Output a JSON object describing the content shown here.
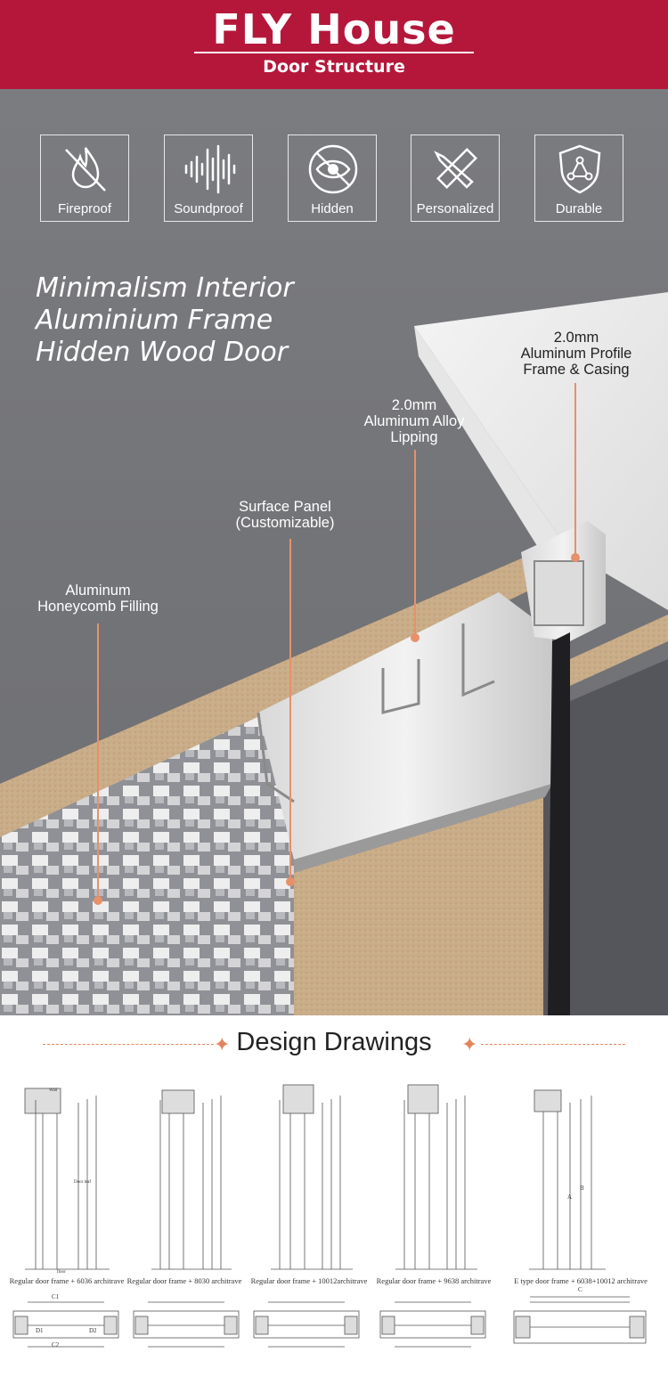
{
  "header": {
    "brand": "FLY House",
    "subtitle": "Door Structure"
  },
  "features": [
    {
      "label": "Fireproof",
      "icon": "fire-slash-icon"
    },
    {
      "label": "Soundproof",
      "icon": "sound-wave-icon"
    },
    {
      "label": "Hidden",
      "icon": "eye-slash-icon"
    },
    {
      "label": "Personalized",
      "icon": "pencil-ruler-icon"
    },
    {
      "label": "Durable",
      "icon": "shield-icon"
    }
  ],
  "slogan": [
    "Minimalism Interior",
    "Aluminium Frame",
    "Hidden Wood Door"
  ],
  "callouts": {
    "profile": [
      "2.0mm",
      "Aluminum Profile",
      "Frame & Casing"
    ],
    "lipping": [
      "2.0mm",
      "Aluminum Alloy",
      "Lipping"
    ],
    "panel": [
      "Surface Panel",
      "(Customizable)"
    ],
    "honeycomb": [
      "Aluminum",
      "Honeycomb Filling"
    ]
  },
  "drawings": {
    "title": "Design Drawings",
    "captions": [
      "Regular door frame + 6036 architrave",
      "Regular door frame + 8030 architrave",
      "Regular door frame + 10012architrave",
      "Regular door frame + 9638 architrave",
      "E type door frame + 6038+10012 architrave"
    ],
    "dim_labels": {
      "c1": "C1",
      "c2": "C2",
      "a": "A",
      "b": "B",
      "d1": "D1",
      "d2": "D2",
      "c": "C",
      "door": "Door leaf",
      "floor": "floor",
      "wall": "Wall"
    }
  },
  "colors": {
    "brand_red": "#b5173b",
    "accent": "#e8906a"
  }
}
